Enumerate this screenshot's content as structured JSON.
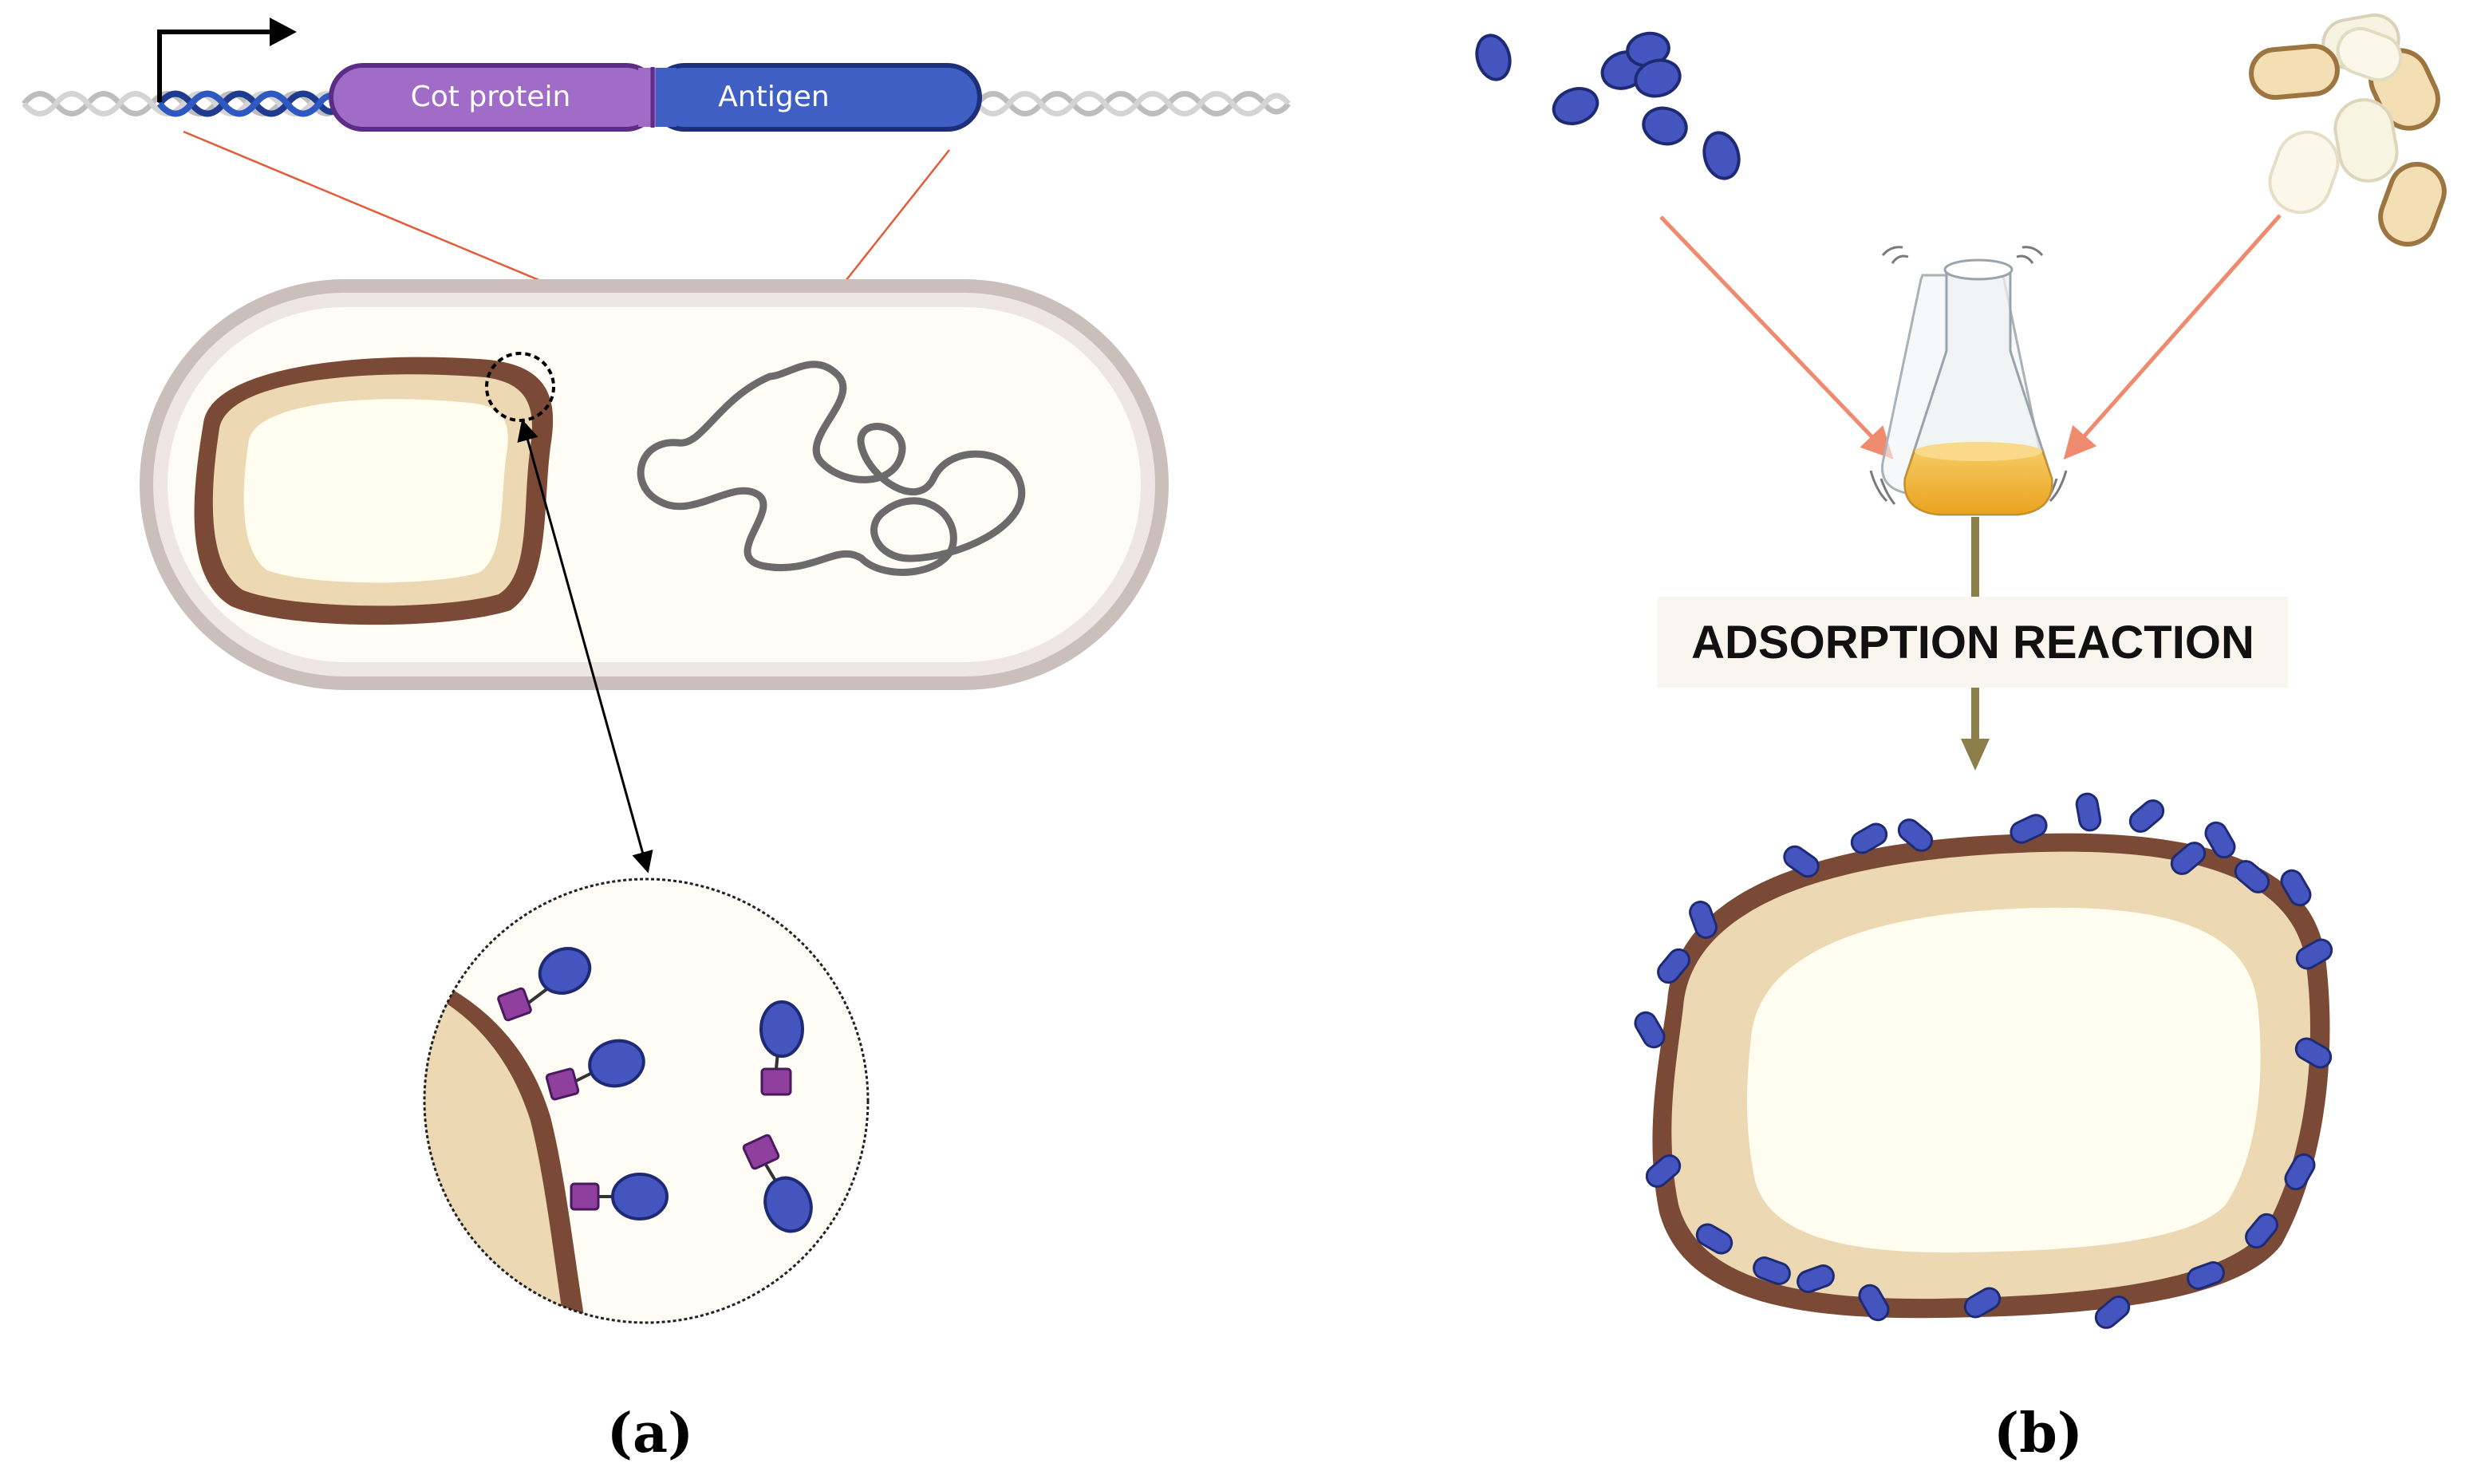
{
  "gene_construct": {
    "segment1_label": "Cot protein",
    "segment2_label": "Antigen"
  },
  "reaction_label": "ADSORPTION REACTION",
  "panel_labels": {
    "a": "(a)",
    "b": "(b)"
  },
  "colors": {
    "cot_protein": "#a06cc7",
    "antigen": "#3f5fc4",
    "spore_coat": "#7a4a36",
    "spore_cortex": "#ecd9b3",
    "spore_core": "#fffdf0",
    "antigen_particle": "#4555bf",
    "anchor": "#8f3f9e",
    "dna_grey": "#bdbdbd",
    "dna_blue": "#1e3b8f",
    "guide_line": "#e25c3a",
    "flow_arrow": "#f08a6e",
    "stem": "#8c7f4a",
    "flask_liquid": "#f2b53a",
    "cell_wall": "#cbbfbb",
    "chromosome": "#6b6b6b"
  },
  "icons": [
    "promoter-arrow-icon",
    "flask-icon",
    "double-arrow-icon"
  ]
}
